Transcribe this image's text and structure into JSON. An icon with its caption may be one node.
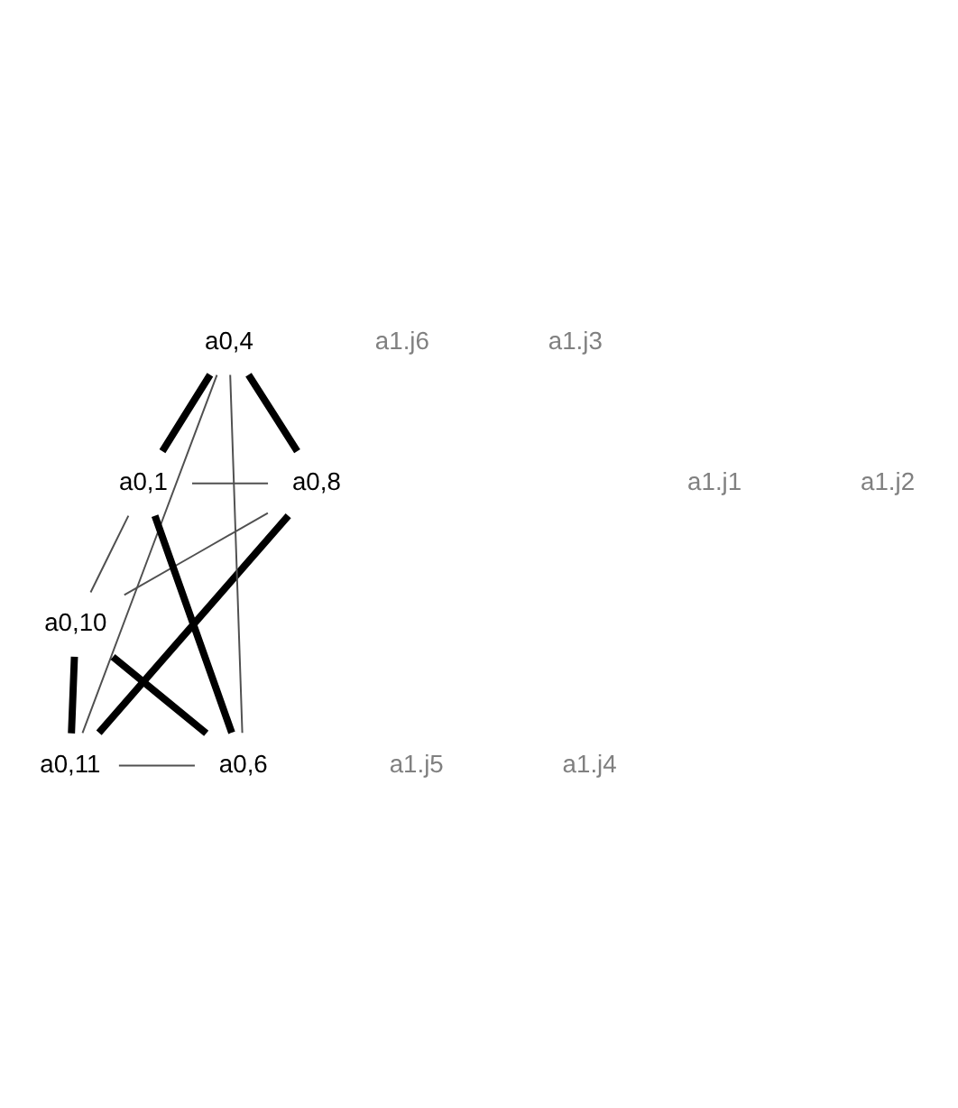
{
  "diagram": {
    "nodes": [
      {
        "text": [
          "a0,4"
        ]
      },
      {
        "text": [
          "a0,1"
        ]
      },
      {
        "text": [
          "a0,8"
        ]
      },
      {
        "text": [
          "a0,6"
        ]
      },
      {
        "text": [
          "a0,11"
        ]
      },
      {
        "text": [
          "a0,10"
        ]
      }
    ],
    "edges": [
      {
        "from": 0,
        "to": 2,
        "arrow": "none",
        "style": "thick",
        "color": "#000000"
      },
      {
        "from": 2,
        "to": 4,
        "arrow": "none",
        "style": "thick",
        "color": "#000000"
      },
      {
        "from": 4,
        "to": 5,
        "arrow": "none",
        "style": "thick",
        "color": "#000000"
      },
      {
        "from": 5,
        "to": 3,
        "arrow": "none",
        "style": "thick",
        "color": "#000000"
      },
      {
        "from": 3,
        "to": 1,
        "arrow": "none",
        "style": "thick",
        "color": "#000000"
      },
      {
        "from": 1,
        "to": 0,
        "arrow": "none",
        "style": "thick",
        "color": "#000000"
      },
      {
        "from": 1,
        "to": 2,
        "arrow": "none",
        "color": "#505050"
      },
      {
        "from": 2,
        "to": 5,
        "arrow": "none",
        "color": "#505050"
      },
      {
        "from": 5,
        "to": 1,
        "arrow": "none",
        "color": "#505050"
      },
      {
        "from": 0,
        "to": 4,
        "arrow": "none",
        "color": "#505050"
      },
      {
        "from": 4,
        "to": 3,
        "arrow": "none",
        "color": "#505050"
      },
      {
        "from": 3,
        "to": 0,
        "arrow": "none",
        "color": "#505050"
      }
    ],
    "labels": [
      "a1.j1",
      "a1.j2",
      "a1.j6",
      "a1.j3",
      "a1.j5",
      "a1.j4"
    ]
  }
}
